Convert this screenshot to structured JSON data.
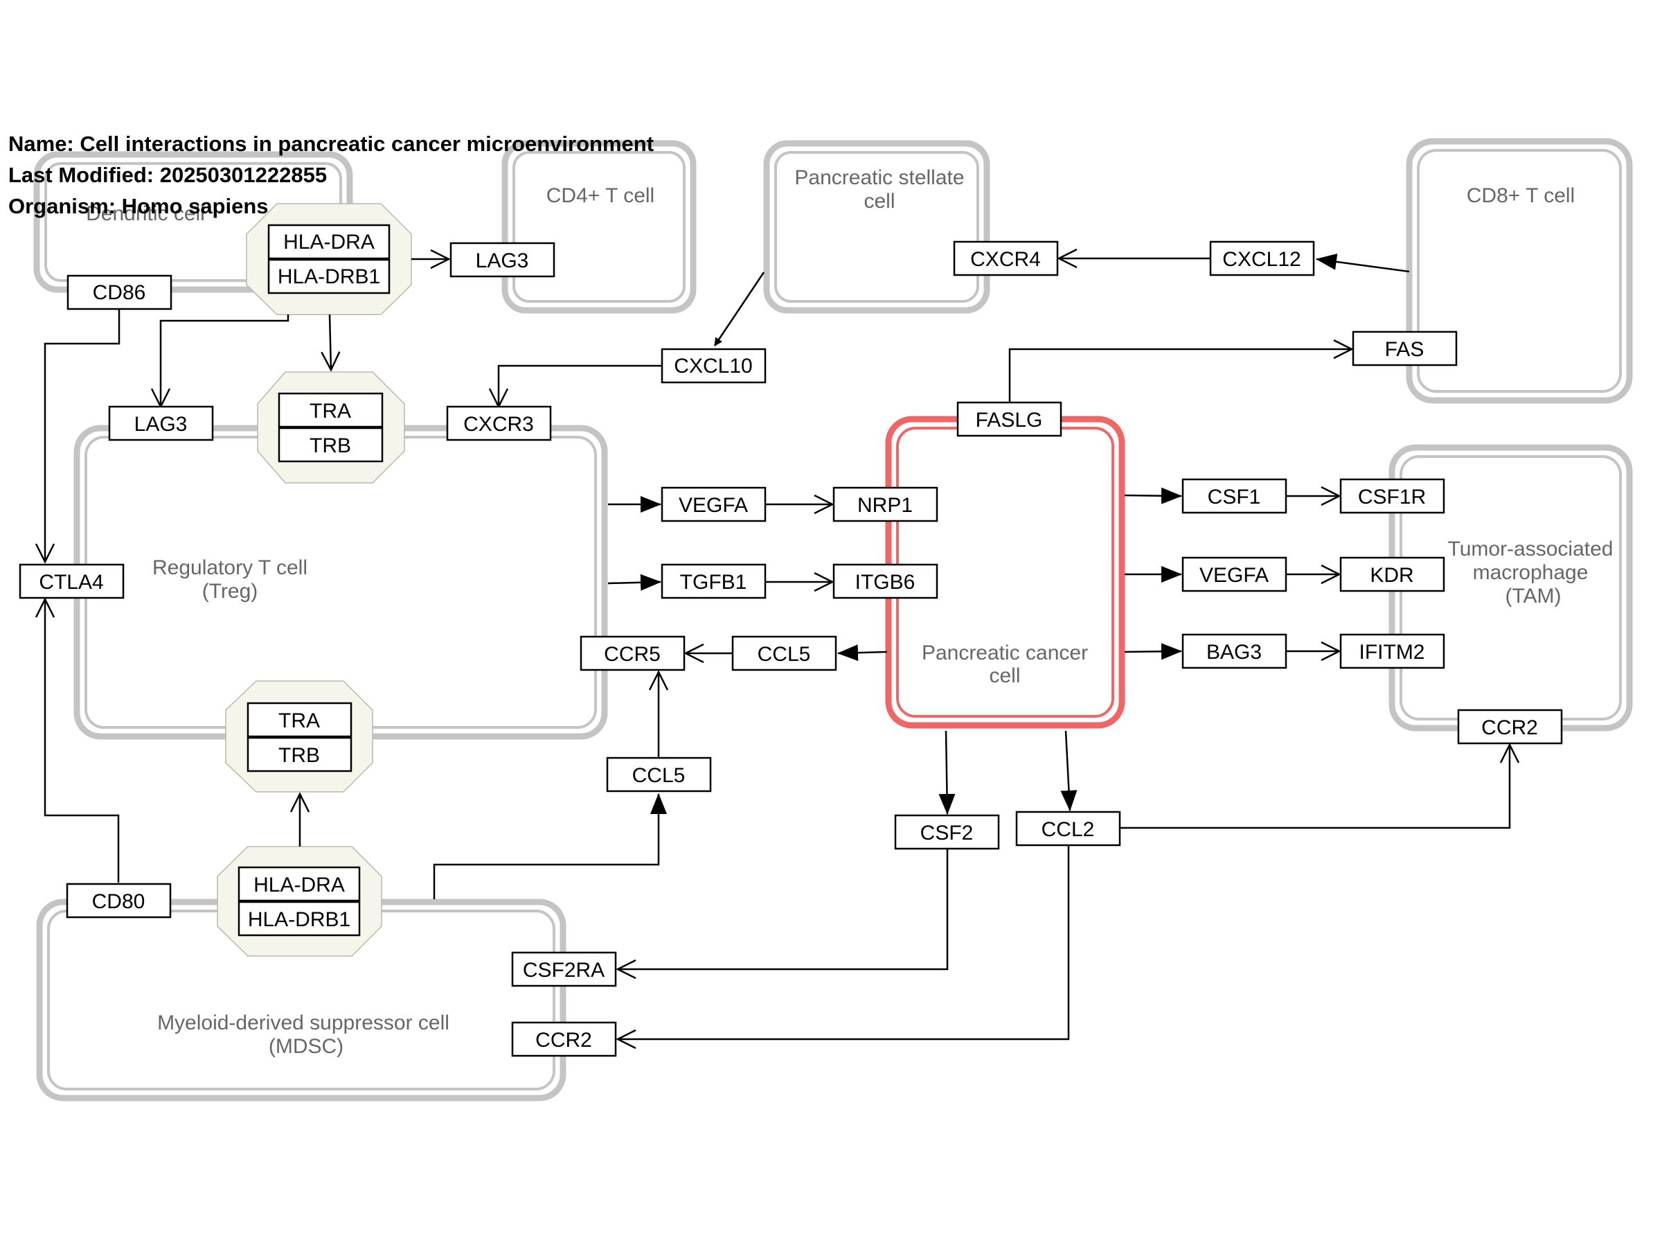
{
  "header": {
    "name": "Name: Cell interactions in pancreatic cancer microenvironment",
    "modified": "Last Modified: 20250301222855",
    "organism": "Organism: Homo sapiens"
  },
  "cells": {
    "dendritic": [
      "Dendritic cell"
    ],
    "cd4": [
      "CD4+ T cell"
    ],
    "stellate": [
      "Pancreatic stellate",
      "cell"
    ],
    "cd8": [
      "CD8+ T cell"
    ],
    "treg": [
      "Regulatory T cell",
      "(Treg)"
    ],
    "cancer": [
      "Pancreatic cancer",
      "cell"
    ],
    "tam": [
      "Tumor-associated",
      "macrophage",
      "(TAM)"
    ],
    "mdsc": [
      "Myeloid-derived suppressor cell",
      "(MDSC)"
    ]
  },
  "genes": {
    "hla_dra_top": "HLA-DRA",
    "hla_drb1_top": "HLA-DRB1",
    "lag3_cd4": "LAG3",
    "cd86": "CD86",
    "cxcr4": "CXCR4",
    "cxcl12": "CXCL12",
    "cxcl10": "CXCL10",
    "fas": "FAS",
    "lag3_treg": "LAG3",
    "tra_top": "TRA",
    "trb_top": "TRB",
    "cxcr3": "CXCR3",
    "fasl": "FASLG",
    "vegfa_left": "VEGFA",
    "nrp1": "NRP1",
    "tgfb1": "TGFB1",
    "itgb6": "ITGB6",
    "csf1": "CSF1",
    "csf1r": "CSF1R",
    "vegfa_right": "VEGFA",
    "kdr": "KDR",
    "bag3": "BAG3",
    "ifitm2": "IFITM2",
    "ctla4": "CTLA4",
    "ccr5": "CCR5",
    "ccl5_a": "CCL5",
    "ccl5_b": "CCL5",
    "tra_bot": "TRA",
    "trb_bot": "TRB",
    "ccr2_tam": "CCR2",
    "csf2": "CSF2",
    "ccl2": "CCL2",
    "cd80": "CD80",
    "hla_dra_bot": "HLA-DRA",
    "hla_drb1_bot": "HLA-DRB1",
    "csf2ra": "CSF2RA",
    "ccr2_mdsc": "CCR2"
  },
  "colors": {
    "cell_border": "#c4c4c4",
    "cancer_border": "#f06565",
    "complex_fill": "#f6f5ec",
    "cell_text": "#666666"
  }
}
